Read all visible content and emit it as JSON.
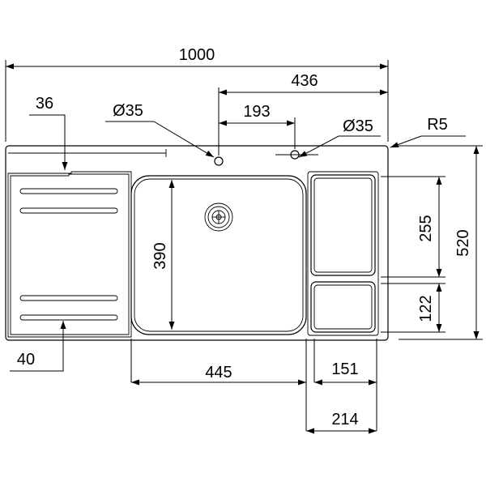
{
  "diagram": {
    "dimensions": {
      "overall_width": "1000",
      "tap_offset": "436",
      "hole_spacing": "193",
      "hole_left": "Ø35",
      "hole_right": "Ø35",
      "corner_radius": "R5",
      "drainer_edge": "36",
      "drainer_bottom": "40",
      "overall_depth": "520",
      "bowl_depth": "390",
      "bowl_width": "445",
      "compartment_upper": "255",
      "compartment_lower": "122",
      "compartment_width": "151",
      "side_zone_width": "214"
    }
  }
}
